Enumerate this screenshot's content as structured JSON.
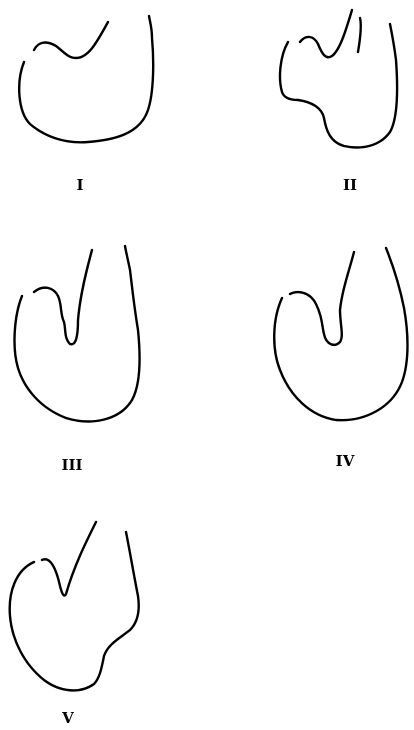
{
  "figures": [
    {
      "label": "I",
      "shape": "stomach-outline"
    },
    {
      "label": "II",
      "shape": "stomach-outline"
    },
    {
      "label": "III",
      "shape": "stomach-outline"
    },
    {
      "label": "IV",
      "shape": "stomach-outline"
    },
    {
      "label": "V",
      "shape": "stomach-outline"
    }
  ],
  "colors": {
    "stroke": "#000000",
    "background": "#ffffff"
  }
}
